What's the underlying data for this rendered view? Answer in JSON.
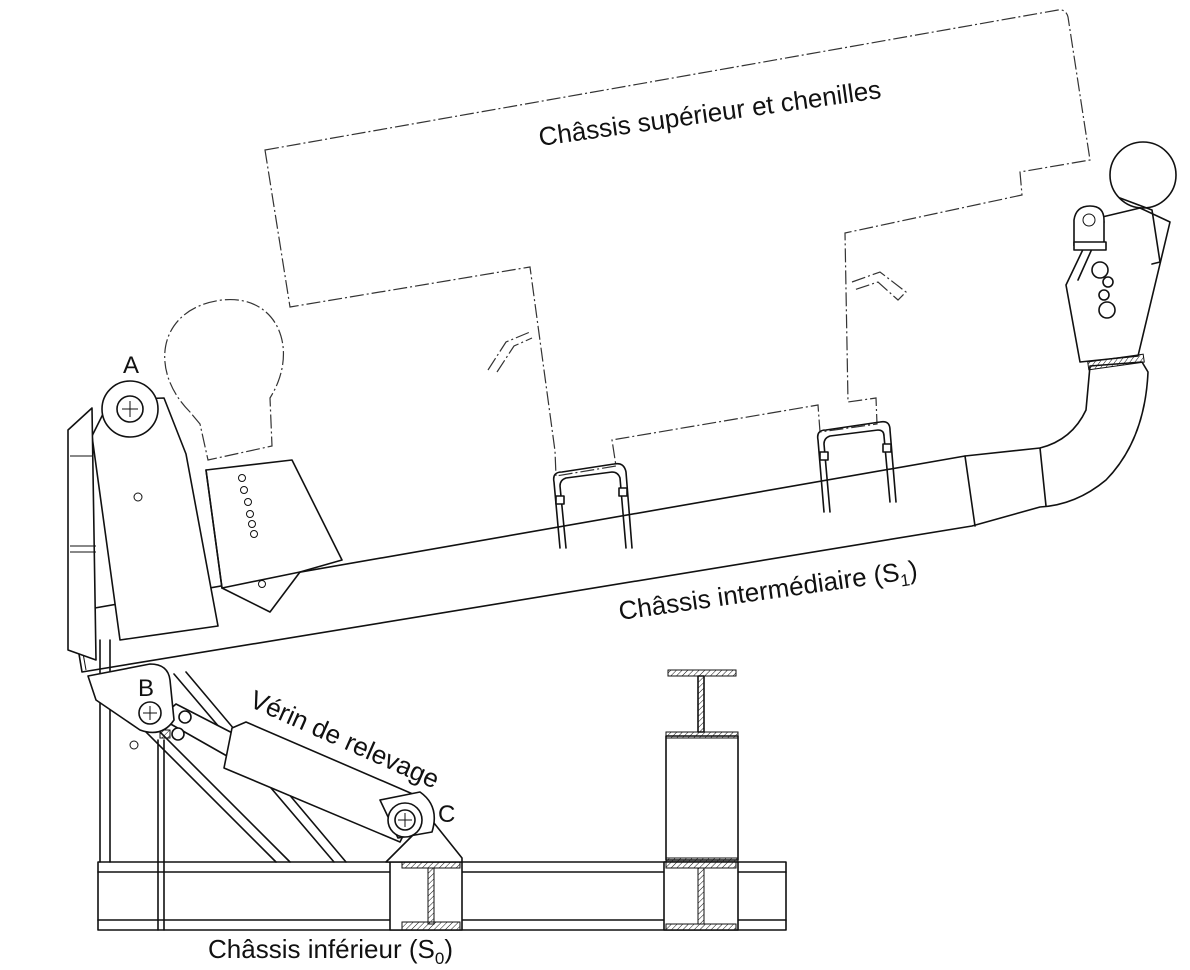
{
  "labels": {
    "upper_frame": "Châssis supérieur et chenilles",
    "intermediate_frame": "Châssis intermédiaire (S",
    "intermediate_sub": "1",
    "lower_frame": "Châssis inférieur (S",
    "lower_sub": "0",
    "cylinder": "Vérin de relevage",
    "close_paren": ")"
  },
  "points": {
    "a": "A",
    "b": "B",
    "c": "C"
  }
}
